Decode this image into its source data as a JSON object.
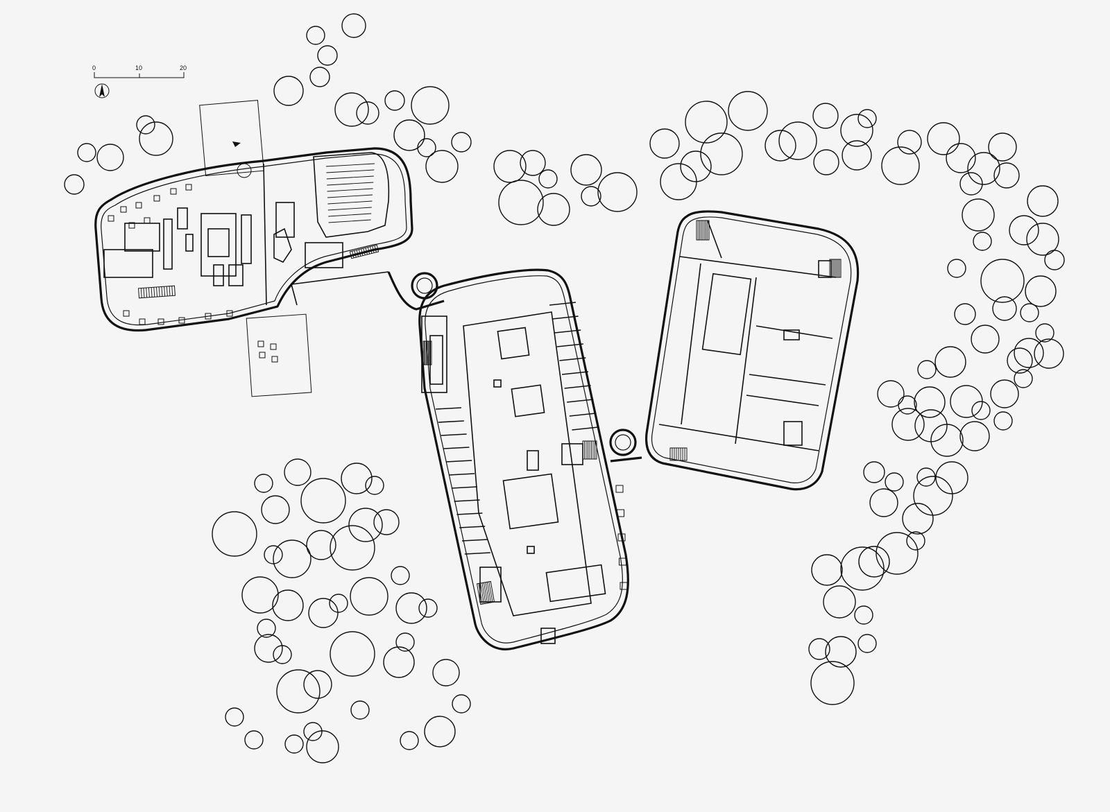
{
  "scale_bar": {
    "ticks": [
      "0",
      "10",
      "20"
    ]
  },
  "north_arrow": {
    "icon": "north-arrow-icon"
  },
  "colors": {
    "background": "#f5f5f5",
    "line": "#111111"
  }
}
